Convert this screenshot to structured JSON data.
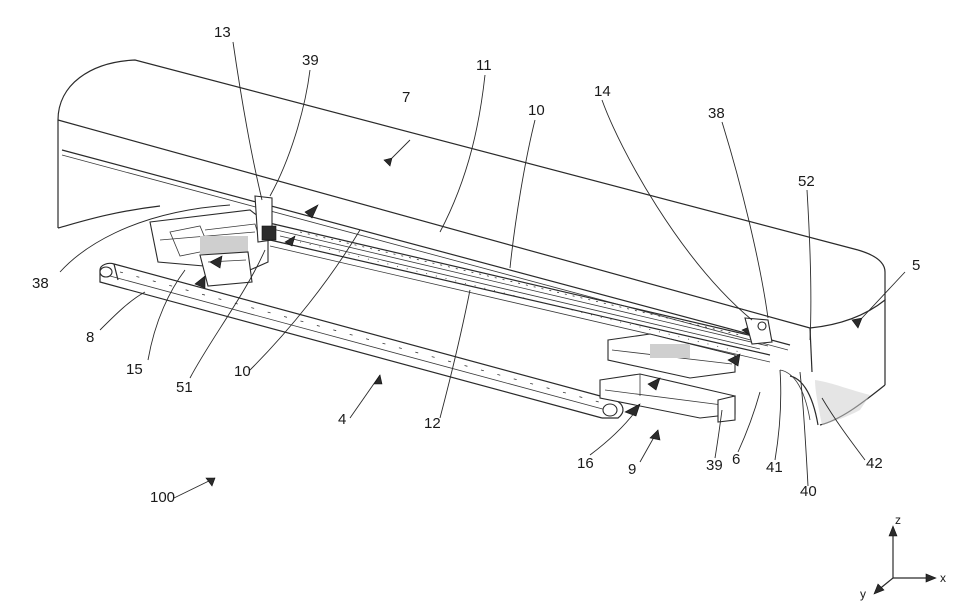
{
  "figure": {
    "labels": {
      "ref_100": "100",
      "ref_13": "13",
      "ref_39_top": "39",
      "ref_11": "11",
      "ref_7": "7",
      "ref_10_top": "10",
      "ref_14": "14",
      "ref_38_right": "38",
      "ref_52": "52",
      "ref_5": "5",
      "ref_38_left": "38",
      "ref_8": "8",
      "ref_15": "15",
      "ref_51": "51",
      "ref_10_bottom": "10",
      "ref_4": "4",
      "ref_12": "12",
      "ref_16": "16",
      "ref_9": "9",
      "ref_39_bottom": "39",
      "ref_6": "6",
      "ref_41": "41",
      "ref_40": "40",
      "ref_42": "42"
    },
    "axes": {
      "z": "z",
      "y": "y",
      "x": "x"
    }
  }
}
